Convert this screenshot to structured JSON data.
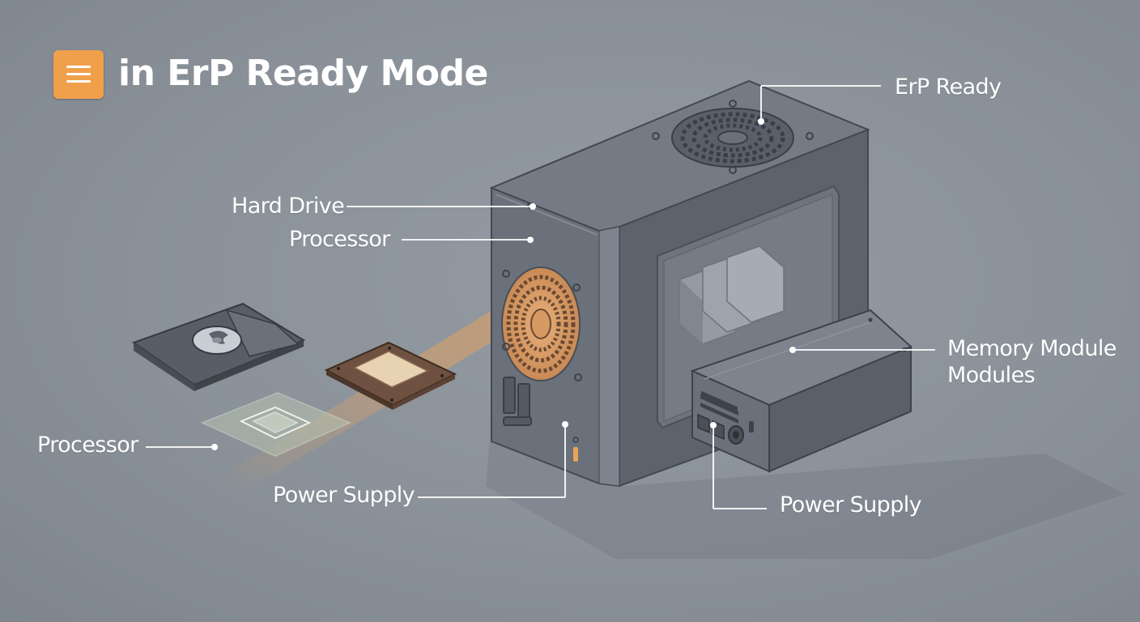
{
  "header": {
    "menu_icon": "hamburger-menu-icon",
    "title": "in ErP Ready Mode"
  },
  "labels": {
    "erp_ready": "ErP Ready",
    "hard_drive": "Hard Drive",
    "processor_top": "Processor",
    "processor_left": "Processor",
    "power_supply_front": "Power Supply",
    "memory_module_line1": "Memory Module",
    "memory_module_line2": "Modules",
    "power_supply_right": "Power Supply"
  },
  "colors": {
    "accent": "#f0a04b",
    "background": "#8a9199",
    "case": "#5c626c",
    "label_text": "#ffffff"
  }
}
